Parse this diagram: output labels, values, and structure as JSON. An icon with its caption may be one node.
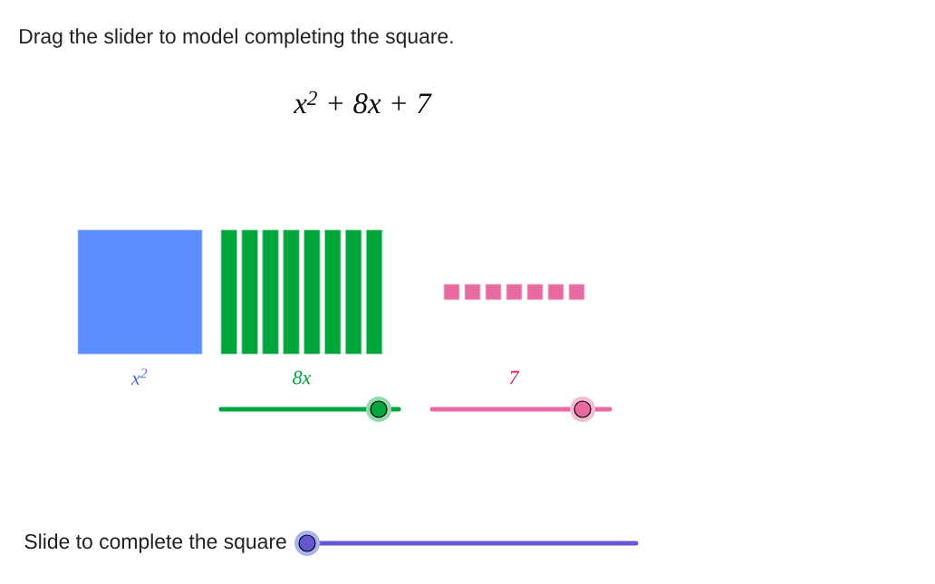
{
  "diagram": {
    "title": "Drag the slider to model completing the square.",
    "nodes": [
      {
        "text": [],
        "shape": "box",
        "beside": [
          "x$^{2}$"
        ]
      },
      {
        "text": [],
        "shape": "bar"
      },
      {
        "text": [],
        "shape": "bar"
      },
      {
        "text": [],
        "shape": "bar"
      },
      {
        "text": [],
        "shape": "bar"
      },
      {
        "text": [],
        "shape": "bar"
      },
      {
        "text": [],
        "shape": "bar"
      },
      {
        "text": [],
        "shape": "bar"
      },
      {
        "text": [],
        "shape": "bar"
      },
      {
        "text": [],
        "shape": "box"
      },
      {
        "text": [],
        "shape": "box"
      },
      {
        "text": [],
        "shape": "box"
      },
      {
        "text": [],
        "shape": "box"
      },
      {
        "text": [],
        "shape": "box"
      },
      {
        "text": [],
        "shape": "box"
      },
      {
        "text": [],
        "shape": "box"
      }
    ],
    "labels": [
      "x$^{2}$ + 8x + 7",
      "8x",
      "7",
      "Slide to complete the square"
    ]
  }
}
